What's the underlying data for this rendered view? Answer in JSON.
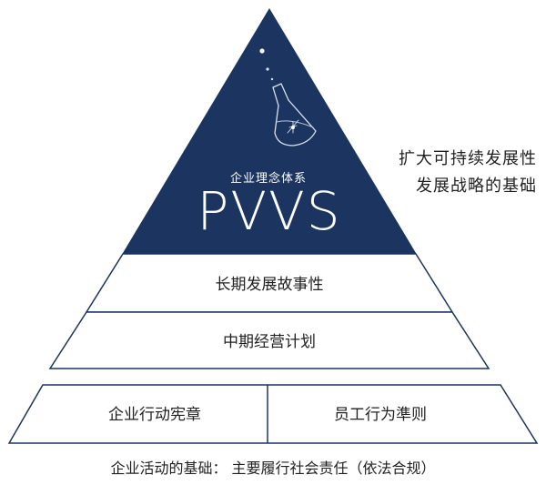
{
  "pyramid": {
    "top": {
      "subtitle": "企业理念体系",
      "title": "PVVS",
      "color": "#1b3560",
      "icon": "flask-icon"
    },
    "tier_2": "长期发展故事性",
    "tier_3": "中期经营计划"
  },
  "base": {
    "left": "企业行动宪章",
    "right": "员工行为準则",
    "caption": "企业活动的基础： 主要履行社会责任（依法合规）"
  },
  "side_note": {
    "line1": "扩大可持续发展性",
    "line2": "发展战略的基础"
  }
}
